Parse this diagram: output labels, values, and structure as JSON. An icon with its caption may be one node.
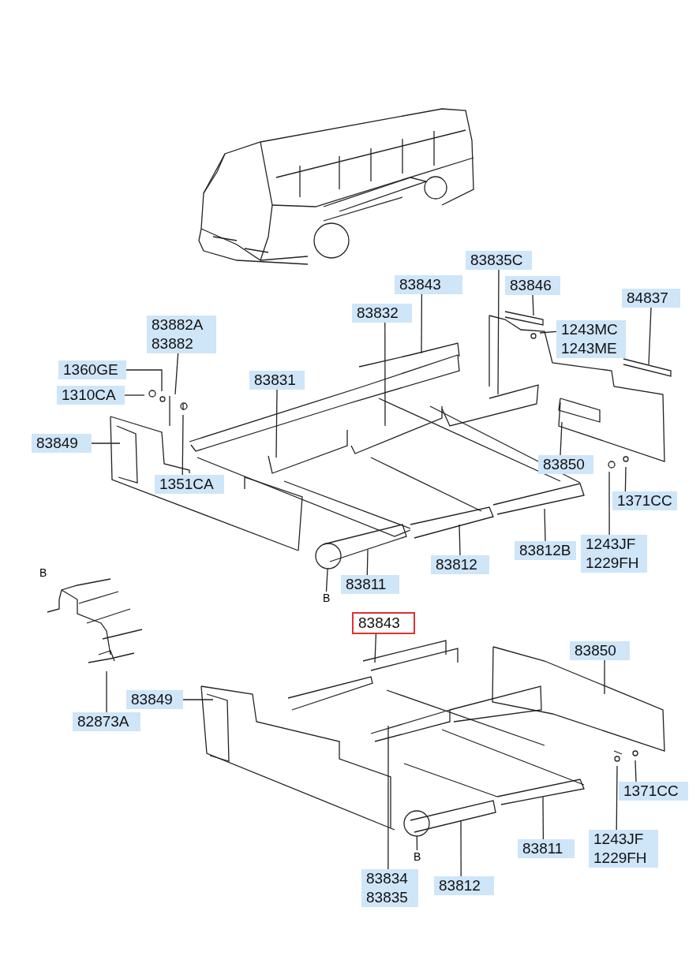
{
  "diagram": {
    "nodes": [
      {
        "text": [
          "83835C"
        ]
      },
      {
        "text": [
          "83843"
        ]
      },
      {
        "text": [
          "83846"
        ]
      },
      {
        "text": [
          "84837"
        ]
      },
      {
        "text": [
          "83832"
        ]
      },
      {
        "text": [
          "83882A",
          "83882"
        ]
      },
      {
        "text": [
          "1243MC",
          "1243ME"
        ]
      },
      {
        "text": [
          "1360GE"
        ]
      },
      {
        "text": [
          "83831"
        ]
      },
      {
        "text": [
          "1310CA"
        ]
      },
      {
        "text": [
          "83849"
        ]
      },
      {
        "text": [
          "83850"
        ]
      },
      {
        "text": [
          "1351CA"
        ]
      },
      {
        "text": [
          "1371CC"
        ]
      },
      {
        "text": [
          "83812B"
        ]
      },
      {
        "text": [
          "1243JF",
          "1229FH"
        ]
      },
      {
        "text": [
          "83812"
        ]
      },
      {
        "text": [
          "83811"
        ]
      },
      {
        "text": [
          "83843"
        ]
      },
      {
        "text": [
          "83850"
        ]
      },
      {
        "text": [
          "83849"
        ]
      },
      {
        "text": [
          "82873A"
        ]
      },
      {
        "text": [
          "1371CC"
        ]
      },
      {
        "text": [
          "83811"
        ]
      },
      {
        "text": [
          "1243JF",
          "1229FH"
        ]
      },
      {
        "text": [
          "83834",
          "83835"
        ]
      },
      {
        "text": [
          "83812"
        ]
      },
      {
        "text": [
          "B"
        ]
      },
      {
        "text": [
          "B"
        ]
      },
      {
        "text": [],
        "shape": "circle"
      },
      {
        "text": [],
        "shape": "circle"
      }
    ],
    "edges": [
      {
        "from": 0,
        "to": null,
        "arrow": "none"
      },
      {
        "from": 1,
        "to": null,
        "arrow": "none"
      },
      {
        "from": 2,
        "to": null,
        "arrow": "none"
      },
      {
        "from": 3,
        "to": null,
        "arrow": "none"
      },
      {
        "from": 4,
        "to": null,
        "arrow": "none"
      },
      {
        "from": 5,
        "to": null,
        "arrow": "none"
      },
      {
        "from": 6,
        "to": null,
        "arrow": "none"
      },
      {
        "from": 7,
        "to": null,
        "arrow": "none"
      },
      {
        "from": 8,
        "to": null,
        "arrow": "none"
      },
      {
        "from": 9,
        "to": null,
        "arrow": "none"
      },
      {
        "from": 10,
        "to": null,
        "arrow": "none"
      },
      {
        "from": 11,
        "to": null,
        "arrow": "none"
      },
      {
        "from": 12,
        "to": null,
        "arrow": "none"
      },
      {
        "from": 13,
        "to": null,
        "arrow": "none"
      },
      {
        "from": 14,
        "to": null,
        "arrow": "none"
      },
      {
        "from": 15,
        "to": null,
        "arrow": "none"
      },
      {
        "from": 16,
        "to": null,
        "arrow": "none"
      },
      {
        "from": 17,
        "to": null,
        "arrow": "none"
      },
      {
        "from": 18,
        "to": null,
        "arrow": "none"
      },
      {
        "from": 19,
        "to": null,
        "arrow": "none"
      },
      {
        "from": 20,
        "to": null,
        "arrow": "none"
      },
      {
        "from": 21,
        "to": null,
        "arrow": "none"
      },
      {
        "from": 22,
        "to": null,
        "arrow": "none"
      },
      {
        "from": 23,
        "to": null,
        "arrow": "none"
      },
      {
        "from": 24,
        "to": null,
        "arrow": "none"
      },
      {
        "from": 25,
        "to": null,
        "arrow": "none"
      },
      {
        "from": 26,
        "to": null,
        "arrow": "none"
      },
      {
        "from": 27,
        "to": 29,
        "arrow": "none"
      },
      {
        "from": 28,
        "to": 30,
        "arrow": "none"
      }
    ],
    "labels": [
      "B"
    ]
  }
}
